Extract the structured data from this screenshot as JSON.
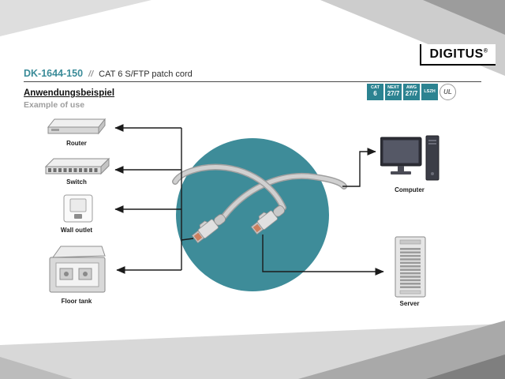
{
  "header": {
    "code": "DK-1644-150",
    "separator": "//",
    "title": "CAT 6 S/FTP patch cord"
  },
  "brand": {
    "name": "DIGITUS",
    "registered": "®"
  },
  "badges": {
    "items": [
      {
        "line1": "CAT",
        "line2": "6"
      },
      {
        "line1": "NEXT",
        "line2": "27/7"
      },
      {
        "line1": "AWG",
        "line2": "27/7"
      },
      {
        "line1": "LSZH",
        "line2": ""
      }
    ],
    "ul_label": "UL"
  },
  "section": {
    "heading": "Anwendungsbeispiel",
    "subheading": "Example of use"
  },
  "diagram": {
    "circle_color": "#3e8c99",
    "left_devices": [
      {
        "label": "Router"
      },
      {
        "label": "Switch"
      },
      {
        "label": "Wall outlet"
      },
      {
        "label": "Floor tank"
      }
    ],
    "right_devices": [
      {
        "label": "Computer"
      },
      {
        "label": "Server"
      }
    ]
  },
  "colors": {
    "accent_teal": "#2c8391",
    "code_teal": "#3a8b98"
  }
}
